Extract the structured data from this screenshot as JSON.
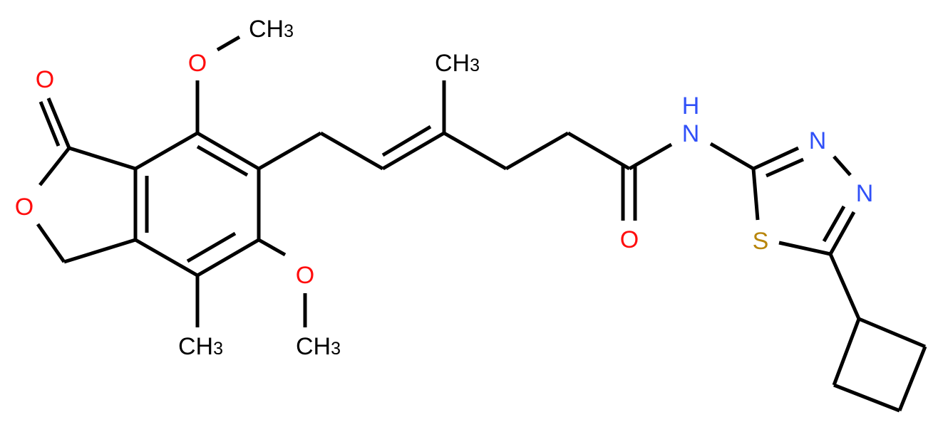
{
  "diagram": {
    "type": "chemical-structure",
    "colors": {
      "bond": "#000000",
      "carbon_label": "#000000",
      "oxygen": "#ff0d0d",
      "nitrogen": "#3050f8",
      "sulfur": "#b8860b"
    },
    "labels": {
      "lactone_carbonyl_o": "O",
      "lactone_ring_o": "O",
      "top_methoxy_o": "O",
      "top_methoxy_ch3_c": "CH",
      "top_methoxy_ch3_sub": "3",
      "bottom_methoxy_o": "O",
      "bottom_methoxy_ch3_c": "CH",
      "bottom_methoxy_ch3_sub": "3",
      "aryl_methyl_c": "CH",
      "aryl_methyl_sub": "3",
      "chain_methyl_c": "CH",
      "chain_methyl_sub": "3",
      "amide_o": "O",
      "amide_nh_h": "H",
      "amide_nh_n": "N",
      "thiadiazole_n3": "N",
      "thiadiazole_n4": "N",
      "thiadiazole_s": "S"
    }
  }
}
